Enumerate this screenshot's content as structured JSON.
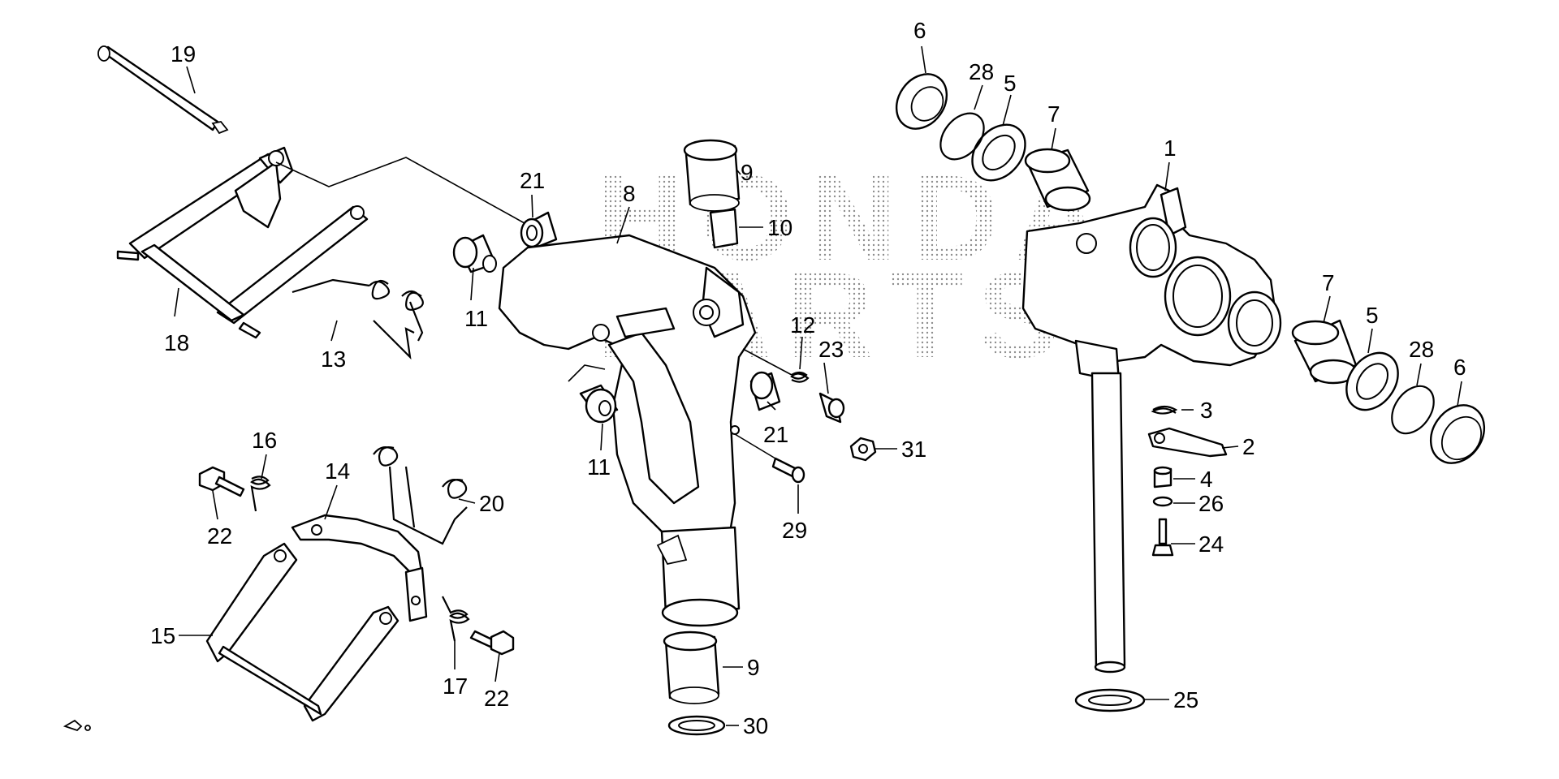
{
  "watermark": {
    "line1": "HONDA",
    "line2": "PARTS"
  },
  "callouts": {
    "c1": "1",
    "c2": "2",
    "c3": "3",
    "c4": "4",
    "c5a": "5",
    "c5b": "5",
    "c6a": "6",
    "c6b": "6",
    "c7a": "7",
    "c7b": "7",
    "c8": "8",
    "c9a": "9",
    "c9b": "9",
    "c10": "10",
    "c11a": "11",
    "c11b": "11",
    "c12": "12",
    "c13": "13",
    "c14": "14",
    "c15": "15",
    "c16": "16",
    "c17": "17",
    "c18": "18",
    "c19": "19",
    "c20": "20",
    "c21a": "21",
    "c21b": "21",
    "c22a": "22",
    "c22b": "22",
    "c23": "23",
    "c24": "24",
    "c25": "25",
    "c26": "26",
    "c28a": "28",
    "c28b": "28",
    "c29": "29",
    "c30": "30",
    "c31": "31"
  },
  "colors": {
    "line": "#000000",
    "background": "#ffffff",
    "watermark": "#9a9a9a"
  }
}
